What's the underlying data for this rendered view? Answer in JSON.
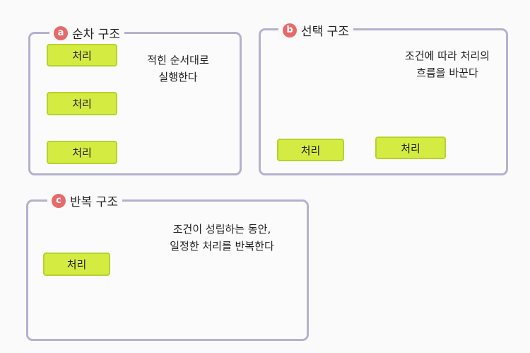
{
  "panels": {
    "a": {
      "badge": "a",
      "title": "순차 구조",
      "box_label": "처리",
      "bubble": [
        "적힌 순서대로",
        "실행한다"
      ]
    },
    "b": {
      "badge": "b",
      "title": "선택 구조",
      "box_label": "처리",
      "bubble": [
        "조건에 따라 처리의",
        "흐름을 바꾼다"
      ]
    },
    "c": {
      "badge": "c",
      "title": "반복 구조",
      "box_label": "처리",
      "bubble": [
        "조건이 성립하는 동안,",
        "일정한 처리를 반복한다"
      ]
    }
  },
  "colors": {
    "border": "#b4b1cf",
    "box": "#d4ec42",
    "arrow": "#f0a53a",
    "loop": "#ee7a3a",
    "blue": "#4fb3dc",
    "badge": "#e66a6a"
  }
}
